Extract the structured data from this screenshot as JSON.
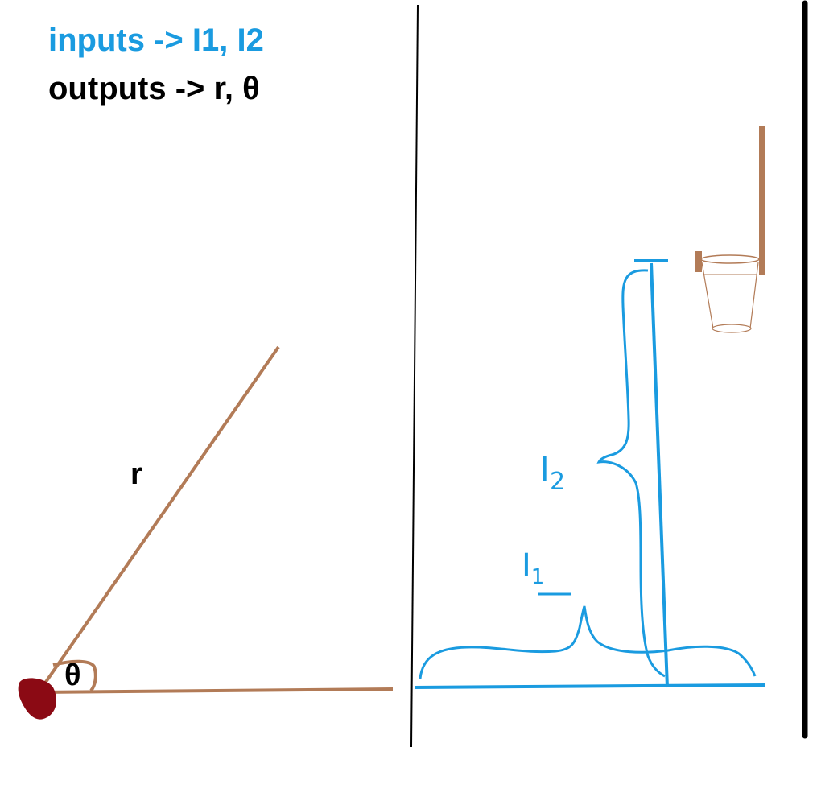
{
  "header": {
    "inputs_line": "inputs -> I1, I2",
    "outputs_line": "outputs -> r, θ"
  },
  "left_panel": {
    "r_label": "r",
    "theta_label": "θ"
  },
  "right_panel": {
    "i1_label": "I",
    "i1_sub": "1",
    "i2_label": "I",
    "i2_sub": "2"
  },
  "colors": {
    "blue": "#1a9be0",
    "brown": "#b27b57",
    "dark_red": "#8b0a14",
    "black": "#000000"
  }
}
